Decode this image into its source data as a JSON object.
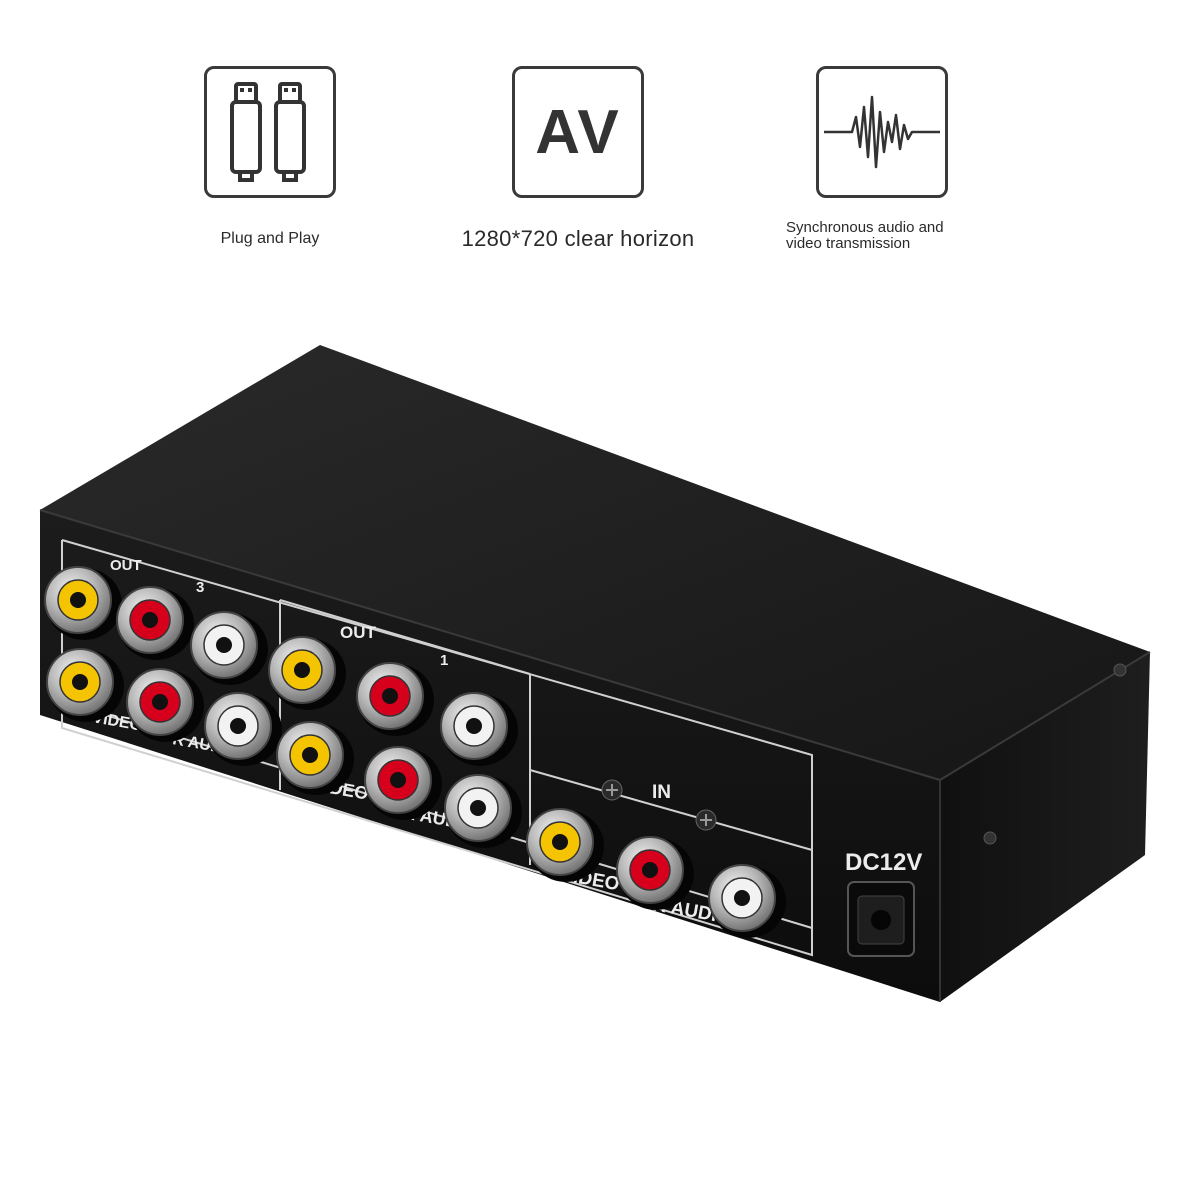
{
  "features": [
    {
      "icon": "plug-icon",
      "caption": "Plug and Play"
    },
    {
      "icon": "av-icon",
      "icon_text": "AV",
      "caption": "1280*720 clear horizon"
    },
    {
      "icon": "waveform-icon",
      "caption_line1": "Synchronous audio and",
      "caption_line2": "video transmission"
    }
  ],
  "device": {
    "out_group_a": {
      "label": "OUT",
      "number": "3"
    },
    "out_group_b": {
      "label": "OUT",
      "number": "1"
    },
    "in_label": "IN",
    "bottom_labels": {
      "video": "VIDEO",
      "audio": "R  AUDIO  L"
    },
    "power_label": "DC12V",
    "colors": {
      "video": "#f5c400",
      "audio_r": "#d6001c",
      "audio_l": "#f2f2f2",
      "body": "#141414"
    }
  }
}
